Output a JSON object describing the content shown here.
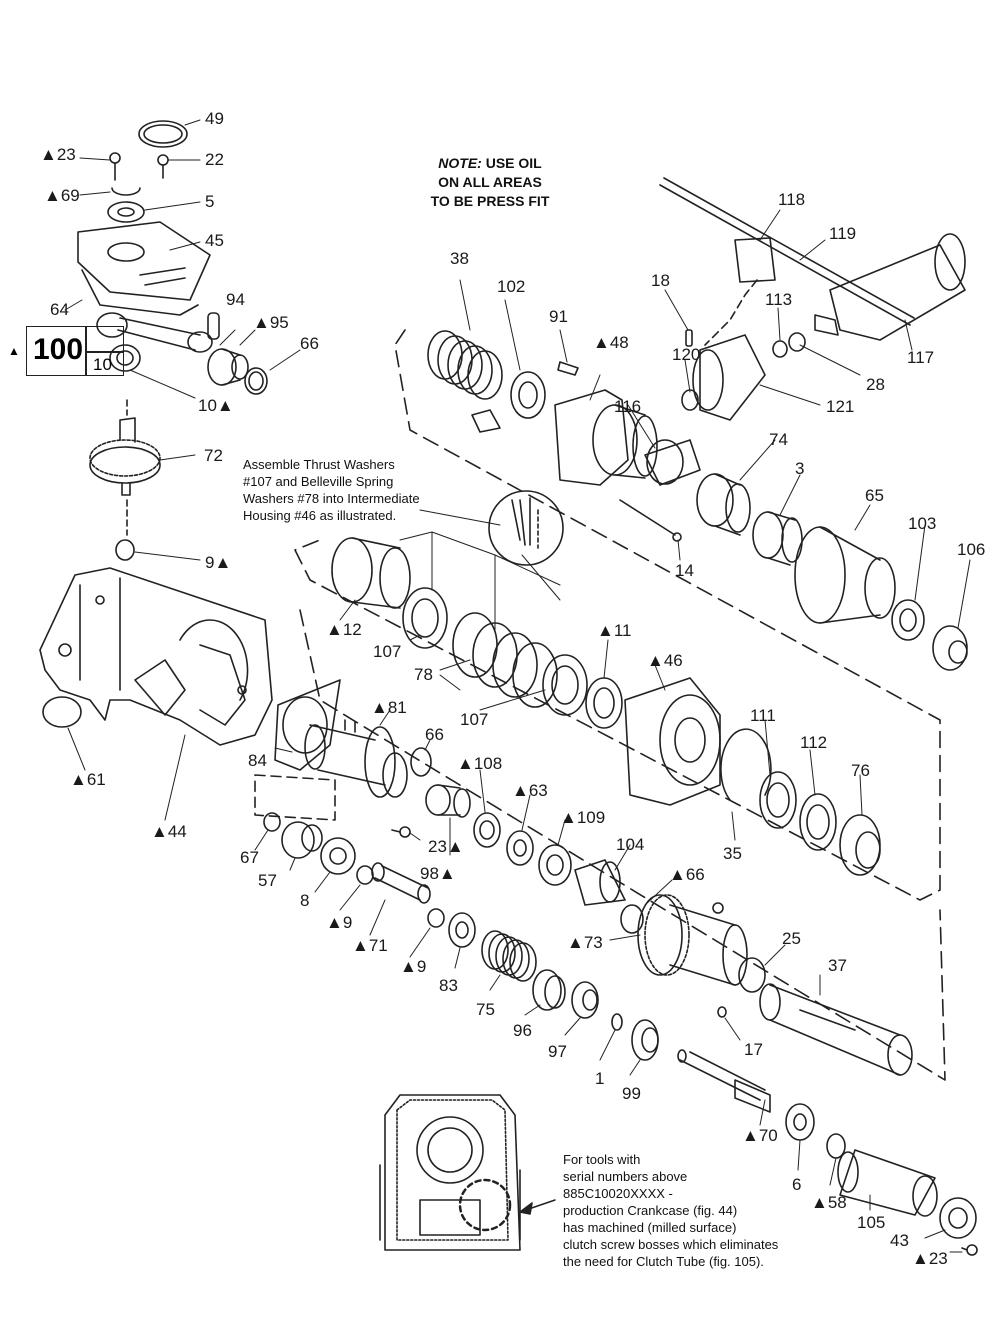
{
  "note": {
    "prefix": "NOTE:",
    "line1": " USE OIL",
    "line2": "ON ALL AREAS",
    "line3": "TO BE PRESS FIT"
  },
  "assemble_text": [
    "Assemble Thrust Washers",
    "#107 and Belleville Spring",
    "Washers #78 into Intermediate",
    "Housing #46 as illustrated."
  ],
  "serial_text": [
    "For tools with",
    "serial numbers above",
    "885C10020XXXX -",
    "production Crankcase (fig. 44)",
    "has machined (milled surface)",
    "clutch screw bosses which eliminates",
    "the need for Clutch Tube (fig. 105)."
  ],
  "ref_box": {
    "marker": "▲",
    "main": "100",
    "sub": "10"
  },
  "parts": [
    {
      "id": "p49",
      "text": "49"
    },
    {
      "id": "p23a",
      "text": "▲23"
    },
    {
      "id": "p22",
      "text": "22"
    },
    {
      "id": "p69",
      "text": "▲69"
    },
    {
      "id": "p5",
      "text": "5"
    },
    {
      "id": "p45",
      "text": "45"
    },
    {
      "id": "p64",
      "text": "64"
    },
    {
      "id": "p94",
      "text": "94"
    },
    {
      "id": "p95",
      "text": "▲95"
    },
    {
      "id": "p66a",
      "text": "66"
    },
    {
      "id": "p10",
      "text": "10▲"
    },
    {
      "id": "p72",
      "text": "72"
    },
    {
      "id": "p9a",
      "text": "9▲"
    },
    {
      "id": "p61",
      "text": "▲61"
    },
    {
      "id": "p44",
      "text": "▲44"
    },
    {
      "id": "p38",
      "text": "38"
    },
    {
      "id": "p102",
      "text": "102"
    },
    {
      "id": "p91",
      "text": "91"
    },
    {
      "id": "p48",
      "text": "▲48"
    },
    {
      "id": "p18",
      "text": "18"
    },
    {
      "id": "p118",
      "text": "118"
    },
    {
      "id": "p119",
      "text": "119"
    },
    {
      "id": "p113",
      "text": "113"
    },
    {
      "id": "p117",
      "text": "117"
    },
    {
      "id": "p28",
      "text": "28"
    },
    {
      "id": "p120",
      "text": "120"
    },
    {
      "id": "p121",
      "text": "121"
    },
    {
      "id": "p116",
      "text": "116"
    },
    {
      "id": "p74",
      "text": "74"
    },
    {
      "id": "p3",
      "text": "3"
    },
    {
      "id": "p65",
      "text": "65"
    },
    {
      "id": "p103",
      "text": "103"
    },
    {
      "id": "p106",
      "text": "106"
    },
    {
      "id": "p14",
      "text": "14"
    },
    {
      "id": "p12",
      "text": "▲12"
    },
    {
      "id": "p107a",
      "text": "107"
    },
    {
      "id": "p78",
      "text": "78"
    },
    {
      "id": "p107b",
      "text": "107"
    },
    {
      "id": "p11",
      "text": "▲11"
    },
    {
      "id": "p46",
      "text": "▲46"
    },
    {
      "id": "p111",
      "text": "111"
    },
    {
      "id": "p112",
      "text": "112"
    },
    {
      "id": "p76",
      "text": "76"
    },
    {
      "id": "p35",
      "text": "35"
    },
    {
      "id": "p81",
      "text": "▲81"
    },
    {
      "id": "p84",
      "text": "84"
    },
    {
      "id": "p66b",
      "text": "66"
    },
    {
      "id": "p108",
      "text": "▲108"
    },
    {
      "id": "p63",
      "text": "▲63"
    },
    {
      "id": "p109",
      "text": "▲109"
    },
    {
      "id": "p104",
      "text": "104"
    },
    {
      "id": "p23b",
      "text": "23▲"
    },
    {
      "id": "p98",
      "text": "98▲"
    },
    {
      "id": "p67",
      "text": "67"
    },
    {
      "id": "p57",
      "text": "57"
    },
    {
      "id": "p8",
      "text": "8"
    },
    {
      "id": "p9b",
      "text": "▲9"
    },
    {
      "id": "p71",
      "text": "▲71"
    },
    {
      "id": "p9c",
      "text": "▲9"
    },
    {
      "id": "p83",
      "text": "83"
    },
    {
      "id": "p75",
      "text": "75"
    },
    {
      "id": "p96",
      "text": "96"
    },
    {
      "id": "p97",
      "text": "97"
    },
    {
      "id": "p1",
      "text": "1"
    },
    {
      "id": "p99",
      "text": "99"
    },
    {
      "id": "p66c",
      "text": "▲66"
    },
    {
      "id": "p73",
      "text": "▲73"
    },
    {
      "id": "p25",
      "text": "25"
    },
    {
      "id": "p37",
      "text": "37"
    },
    {
      "id": "p17",
      "text": "17"
    },
    {
      "id": "p70",
      "text": "▲70"
    },
    {
      "id": "p6",
      "text": "6"
    },
    {
      "id": "p58",
      "text": "▲58"
    },
    {
      "id": "p105",
      "text": "105"
    },
    {
      "id": "p43",
      "text": "43"
    },
    {
      "id": "p23c",
      "text": "▲23"
    }
  ]
}
